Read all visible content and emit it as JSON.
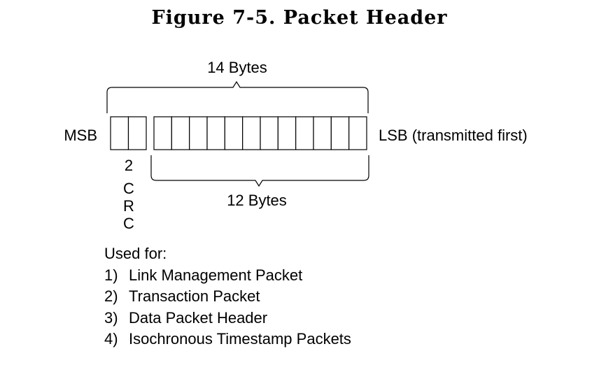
{
  "title": "Figure 7-5.  Packet Header",
  "diagram": {
    "top_label": "14 Bytes",
    "bottom_label": "12 Bytes",
    "left_label": "MSB",
    "right_label": "LSB (transmitted first)",
    "crc_count": "2",
    "crc_letters": [
      "C",
      "R",
      "C"
    ],
    "crc_byte_count": 2,
    "data_byte_count": 12
  },
  "uses": {
    "heading": "Used for:",
    "items": [
      {
        "num": "1)",
        "text": "Link Management Packet"
      },
      {
        "num": "2)",
        "text": "Transaction Packet"
      },
      {
        "num": "3)",
        "text": "Data Packet Header"
      },
      {
        "num": "4)",
        "text": "Isochronous Timestamp Packets"
      }
    ]
  }
}
